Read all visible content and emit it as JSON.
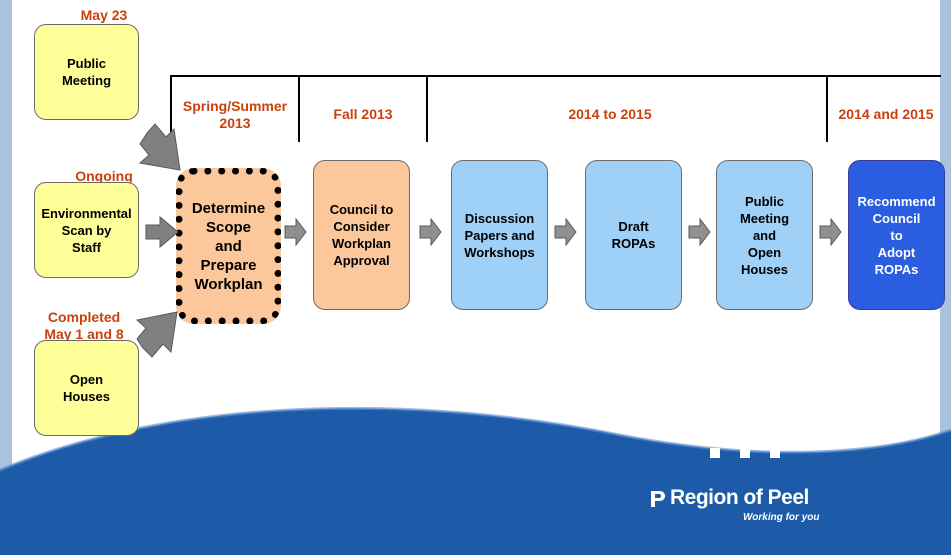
{
  "colors": {
    "accent_orange": "#c8420d",
    "yellow_box": "#ffff99",
    "orange_box": "#fbc79b",
    "light_blue_box": "#9fd0f8",
    "dark_blue_box": "#2a5de0",
    "footer_wave": "#1d5aa8"
  },
  "left_inputs": [
    {
      "label": "May 23",
      "box": "Public\nMeeting"
    },
    {
      "label": "Ongoing",
      "box": "Environmental\nScan by\nStaff"
    },
    {
      "label": "Completed\nMay 1 and 8",
      "box": "Open\nHouses"
    }
  ],
  "phases": [
    {
      "label": "Spring/Summer\n2013"
    },
    {
      "label": "Fall 2013"
    },
    {
      "label": "2014 to 2015"
    },
    {
      "label": "2014 and 2015"
    }
  ],
  "steps": [
    {
      "text": "Determine\nScope\nand\nPrepare\nWorkplan"
    },
    {
      "text": "Council to\nConsider\nWorkplan\nApproval"
    },
    {
      "text": "Discussion\nPapers and\nWorkshops"
    },
    {
      "text": "Draft\nROPAs"
    },
    {
      "text": "Public\nMeeting\nand\nOpen\nHouses"
    },
    {
      "text": "Recommend\nCouncil\nto\nAdopt\nROPAs"
    }
  ],
  "footer": {
    "brand": "Region of Peel",
    "tagline": "Working for you"
  }
}
